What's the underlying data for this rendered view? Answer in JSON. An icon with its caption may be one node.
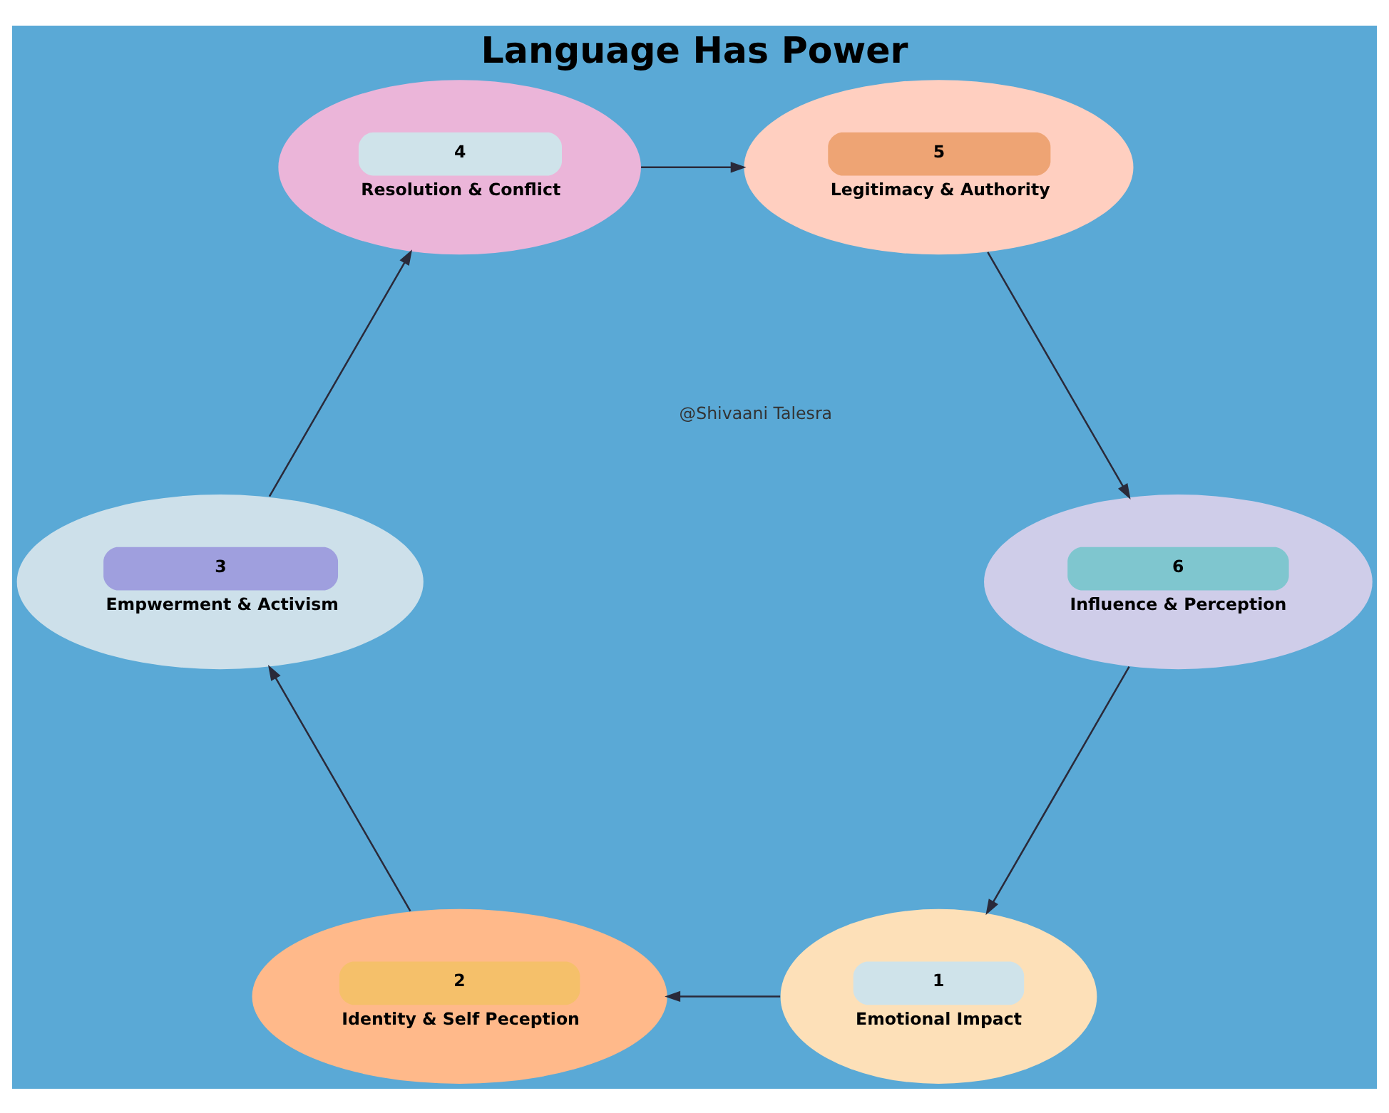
{
  "diagram": {
    "title": "Language Has Power",
    "nodes": [
      {
        "text": [
          "1",
          "Emotional Impact"
        ]
      },
      {
        "text": [
          "2",
          "Identity & Self Peception"
        ]
      },
      {
        "text": [
          "3",
          "Empwerment & Activism"
        ]
      },
      {
        "text": [
          "4",
          "Resolution & Conflict"
        ]
      },
      {
        "text": [
          "5",
          "Legitimacy & Authority"
        ]
      },
      {
        "text": [
          "6",
          "Influence & Perception"
        ]
      }
    ],
    "edges": [
      {
        "from": 0,
        "to": 1,
        "arrow": "to"
      },
      {
        "from": 1,
        "to": 2,
        "arrow": "to"
      },
      {
        "from": 2,
        "to": 3,
        "arrow": "to"
      },
      {
        "from": 3,
        "to": 4,
        "arrow": "to"
      },
      {
        "from": 4,
        "to": 5,
        "arrow": "to"
      },
      {
        "from": 5,
        "to": 0,
        "arrow": "to"
      }
    ],
    "labels": [
      "@Shivaani Talesra"
    ]
  }
}
